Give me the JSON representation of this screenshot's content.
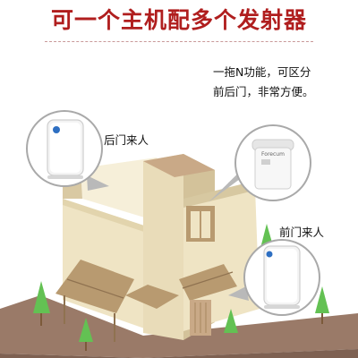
{
  "title": "可一个主机配多个发射器",
  "description": {
    "line1": "一拖N功能，可区分",
    "line2": "前后门，非常方便。"
  },
  "labels": {
    "back_door": "后门来人",
    "front_door": "前门来人"
  },
  "receiver_brand": "Forecum",
  "colors": {
    "title": "#b01e1e",
    "wall": "#efe4c4",
    "wall_shade": "#d7c8a1",
    "roof": "#b89a70",
    "ground": "#9a7a68",
    "trees": "#63c153",
    "transmitter_button": "#2e6fc2"
  },
  "icons": {
    "pointer": "callout-circle-icon"
  }
}
